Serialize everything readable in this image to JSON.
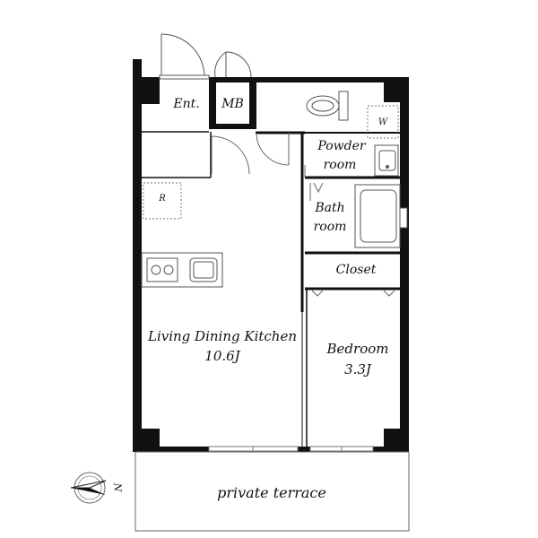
{
  "rooms": {
    "entrance": "Ent.",
    "meter_box": "MB",
    "powder_room_line1": "Powder",
    "powder_room_line2": "room",
    "bath_line1": "Bath",
    "bath_line2": "room",
    "closet": "Closet",
    "ldk_name": "Living Dining Kitchen",
    "ldk_size": "10.6J",
    "bedroom_name": "Bedroom",
    "bedroom_size": "3.3J",
    "terrace": "private terrace"
  },
  "fixtures": {
    "washer_mark": "W",
    "fridge_mark": "R"
  },
  "compass": {
    "north_label": "N"
  },
  "colors": {
    "wall": "#111111",
    "line": "#555555",
    "background": "#ffffff"
  }
}
